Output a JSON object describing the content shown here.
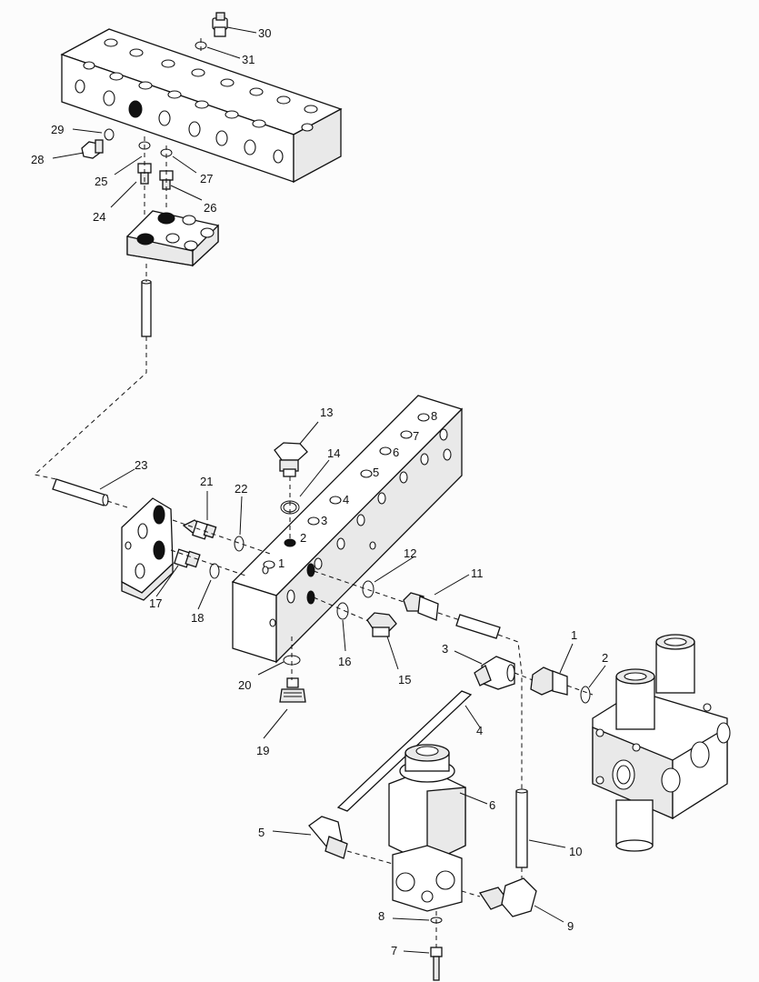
{
  "callouts": {
    "c1a": "1",
    "c2a": "2",
    "c3a": "3",
    "c4a": "4",
    "c5a": "5",
    "c6a": "6",
    "c7a": "7",
    "c8a": "8",
    "c1": "1",
    "c2": "2",
    "c3": "3",
    "c4": "4",
    "c5": "5",
    "c6": "6",
    "c7": "7",
    "c8": "8",
    "c9": "9",
    "c10": "10",
    "c11": "11",
    "c12": "12",
    "c13": "13",
    "c14": "14",
    "c15": "15",
    "c16": "16",
    "c17": "17",
    "c18": "18",
    "c19": "19",
    "c20": "20",
    "c21": "21",
    "c22": "22",
    "c23": "23",
    "c24": "24",
    "c25": "25",
    "c26": "26",
    "c27": "27",
    "c28": "28",
    "c29": "29",
    "c30": "30",
    "c31": "31"
  }
}
